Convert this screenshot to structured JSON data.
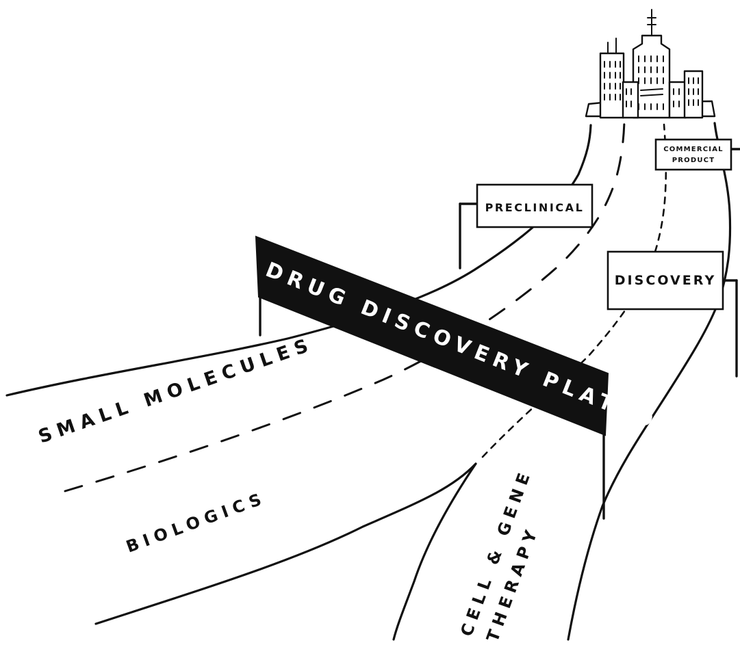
{
  "banner": {
    "label": "DRUG DISCOVERY PLATFORM"
  },
  "roads": {
    "small_molecules": "SMALL MOLECULES",
    "biologics": "BIOLOGICS",
    "cell_gene_line1": "CELL & GENE",
    "cell_gene_line2": "THERAPY"
  },
  "signs": {
    "preclinical": "PRECLINICAL",
    "discovery": "DISCOVERY",
    "commercial_line1": "COMMERCIAL",
    "commercial_line2": "PRODUCT"
  },
  "colors": {
    "ink": "#111111",
    "paper": "#ffffff"
  },
  "icons": {
    "city": "city-skyline-icon"
  }
}
